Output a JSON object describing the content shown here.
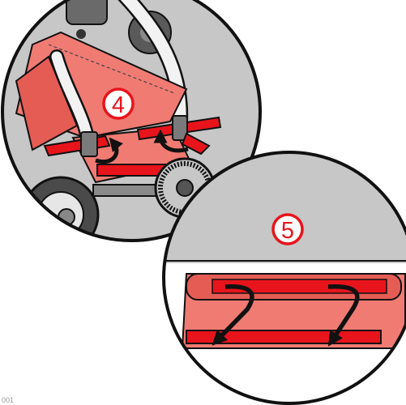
{
  "figure": {
    "panels": [
      {
        "step": "4"
      },
      {
        "step": "5"
      }
    ],
    "corner_mark": "001"
  },
  "colors": {
    "fabric": "#f07b73",
    "fabric_dark": "#e55c55",
    "strap": "#e8141c",
    "badge": "#e8141c",
    "gray_bg": "#c7c7c7",
    "outline": "#111111",
    "frame": "#d8d8d8",
    "wheel": "#4a4a4a"
  },
  "icons": [
    "curved-arrow-icon",
    "step-badge-icon"
  ]
}
